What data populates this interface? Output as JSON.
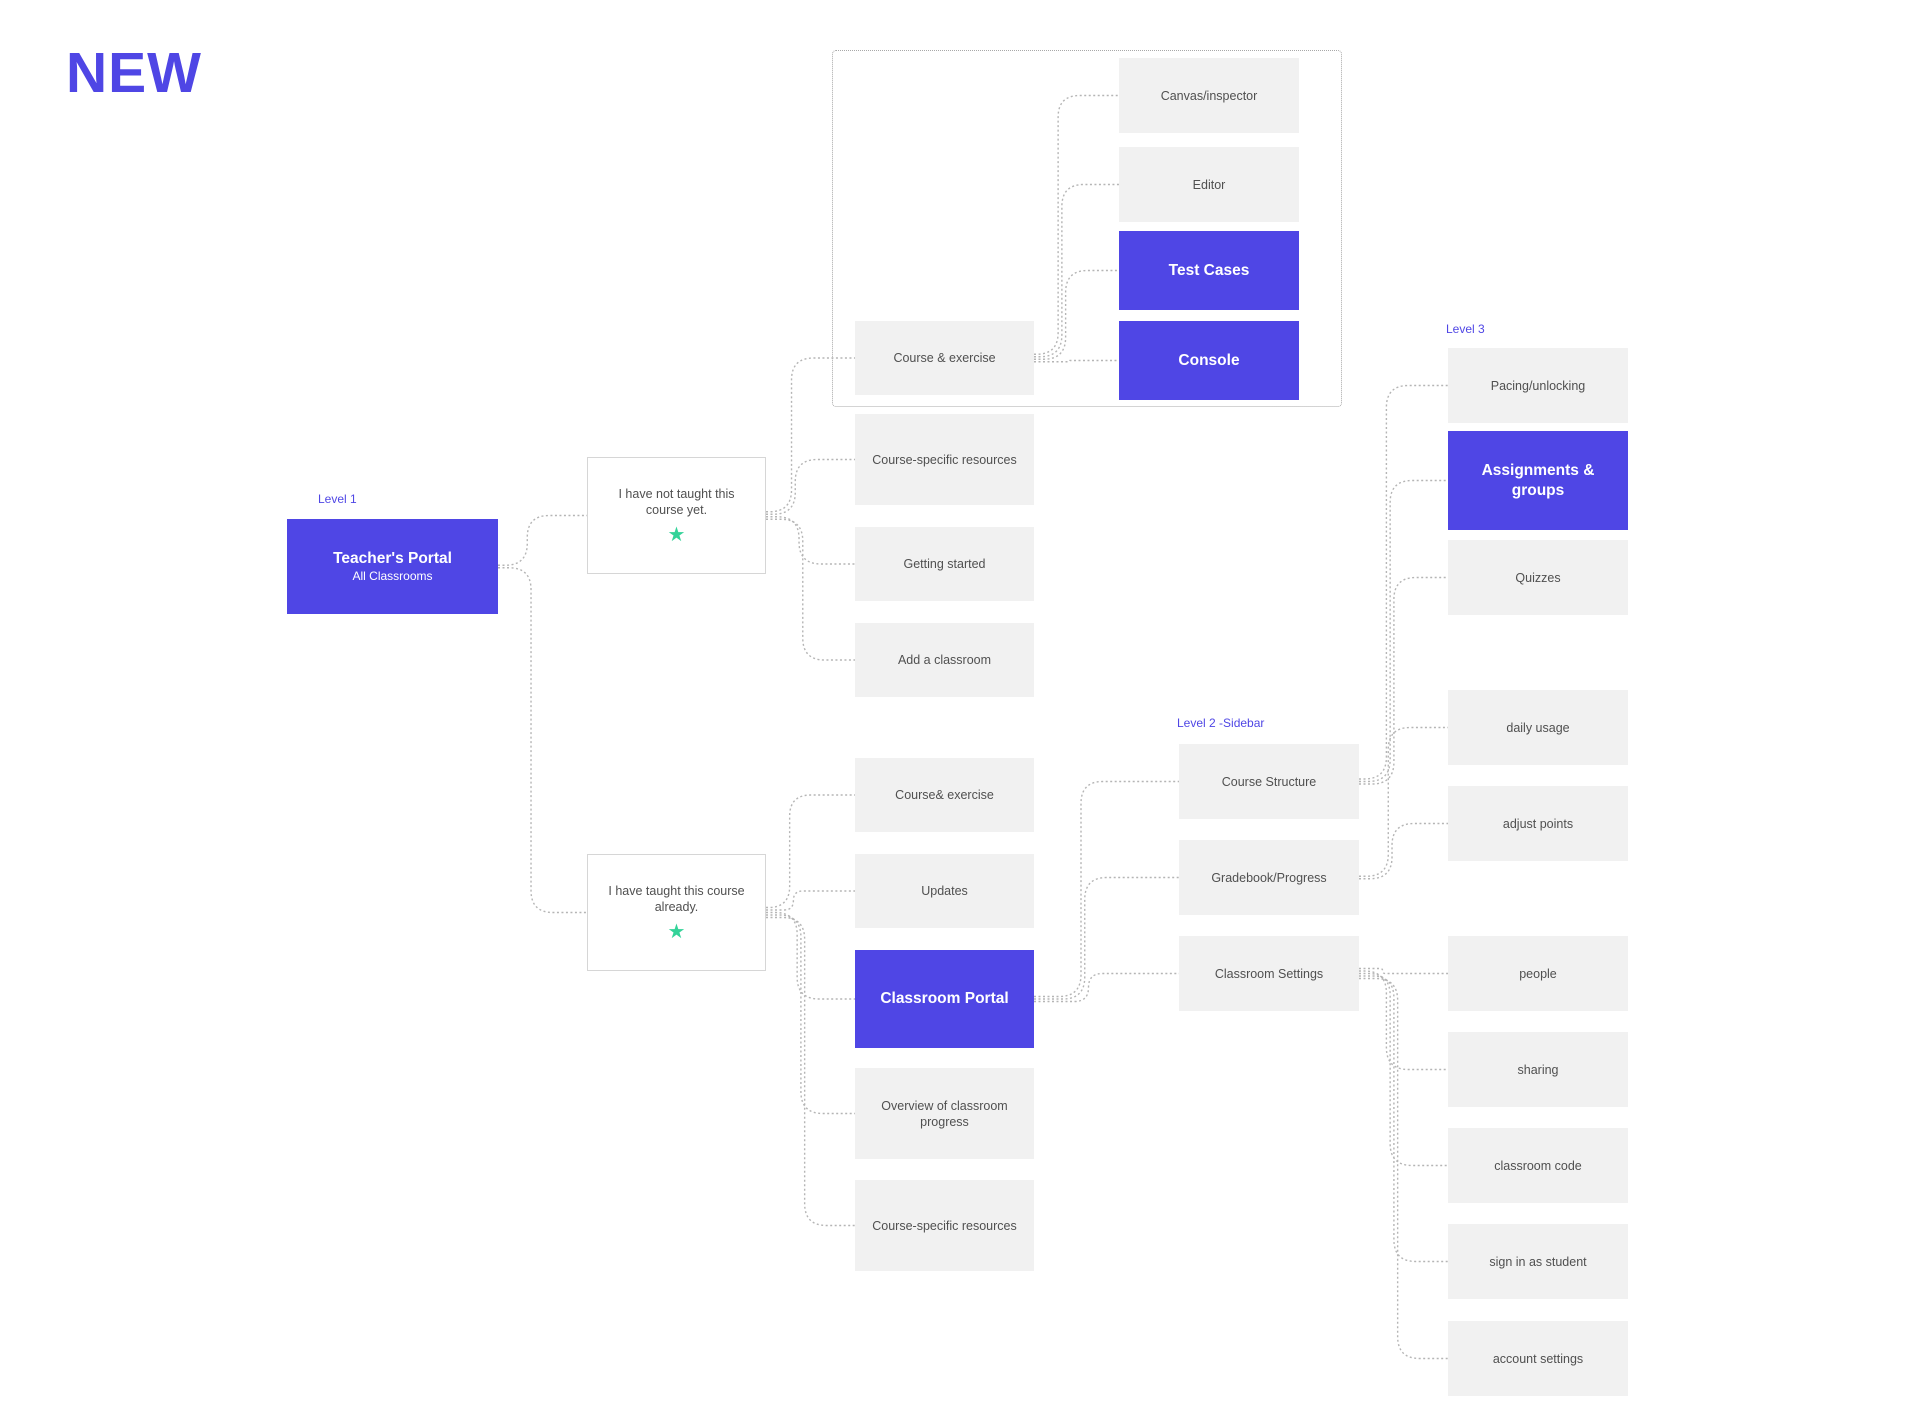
{
  "page": {
    "title": "NEW"
  },
  "levels": {
    "level1": "Level 1",
    "level2": "Level 2 -Sidebar",
    "level3": "Level 3"
  },
  "colors": {
    "accent": "#4f46e5",
    "node_fill": "#f1f1f1",
    "connector": "#b5b5b5",
    "star": "#34d399"
  },
  "nodes": {
    "teachers_portal": {
      "title": "Teacher's Portal",
      "subtitle": "All Classrooms"
    },
    "not_taught": {
      "text": "I have not taught this course yet.",
      "icon": "star-icon"
    },
    "taught": {
      "text": "I have taught this course already.",
      "icon": "star-icon"
    },
    "course_exercise_new": "Course & exercise",
    "course_resources_new": "Course-specific resources",
    "getting_started": "Getting started",
    "add_classroom": "Add a classroom",
    "canvas_inspector": "Canvas/inspector",
    "editor": "Editor",
    "test_cases": "Test Cases",
    "console": "Console",
    "course_exercise_taught": "Course& exercise",
    "updates": "Updates",
    "classroom_portal": "Classroom Portal",
    "overview_progress": "Overview of classroom progress",
    "course_resources_taught": "Course-specific resources",
    "course_structure": "Course Structure",
    "gradebook": "Gradebook/Progress",
    "classroom_settings": "Classroom Settings",
    "pacing": "Pacing/unlocking",
    "assignments": "Assignments & groups",
    "quizzes": "Quizzes",
    "daily_usage": "daily usage",
    "adjust_points": "adjust points",
    "people": "people",
    "sharing": "sharing",
    "classroom_code": "classroom code",
    "sign_in_student": "sign in as student",
    "account_settings": "account settings"
  }
}
